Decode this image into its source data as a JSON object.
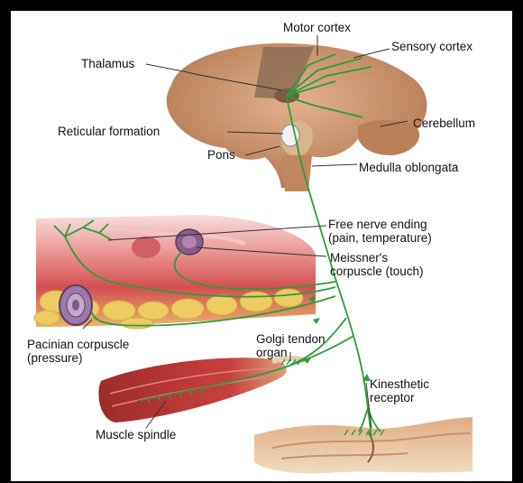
{
  "labels": {
    "motor_cortex": "Motor cortex",
    "sensory_cortex": "Sensory cortex",
    "thalamus": "Thalamus",
    "reticular_formation": "Reticular formation",
    "cerebellum": "Cerebellum",
    "pons": "Pons",
    "medulla": "Medulla oblongata",
    "free_nerve_1": "Free nerve ending",
    "free_nerve_2": "(pain, temperature)",
    "meissner_1": "Meissner's",
    "meissner_2": "corpuscle (touch)",
    "pacinian_1": "Pacinian corpuscle",
    "pacinian_2": "(pressure)",
    "golgi_1": "Golgi tendon",
    "golgi_2": "organ",
    "kinesthetic_1": "Kinesthetic",
    "kinesthetic_2": "receptor",
    "muscle_spindle": "Muscle spindle"
  },
  "colors": {
    "nerve": "#2f9b3a",
    "brain": "#c98f6a",
    "skin": "#e8a6a2",
    "fat": "#f0d77a",
    "muscle": "#c53a3a"
  }
}
